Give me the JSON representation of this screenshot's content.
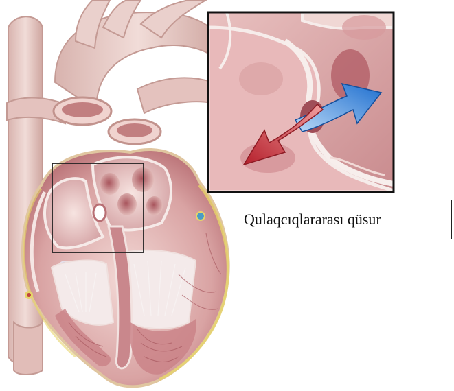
{
  "defect_label": "Qulaqcıqlararası qüsur",
  "colors": {
    "vessel": "#e8c8c4",
    "vessel_outline": "#cfa6a0",
    "muscle": "#d9a3a3",
    "muscle_dark": "#b86f74",
    "chamber": "#efd6d3",
    "chamber_shadow": "#c98b8e",
    "fat_yellow": "#e6d36a",
    "oxygenated_arrow": "#c9303a",
    "deoxygenated_arrow": "#2f7fd8",
    "frame": "#111111"
  },
  "icons": {
    "red_arrow": "arrow-down-left",
    "blue_arrow": "arrow-up-right"
  }
}
